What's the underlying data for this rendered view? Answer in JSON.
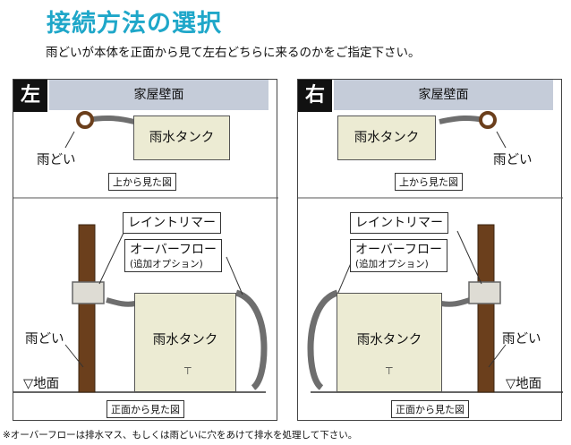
{
  "title": "接続方法の選択",
  "subtitle": "雨どいが本体を正面から見て左右どちらに来るのかをご指定下さい。",
  "note": "※オーバーフローは排水マス、もしくは雨どいに穴をあけて排水を処理して下さい。",
  "panels": {
    "left": {
      "badge": "左",
      "wall": "家屋壁面",
      "top_tank": "雨水タンク",
      "top_gutter": "雨どい",
      "top_caption": "上から見た図",
      "leintrimmer": "レイントリマー",
      "overflow": "オーバーフロー",
      "overflow_sub": "(追加オプション)",
      "front_tank": "雨水タンク",
      "front_gutter": "雨どい",
      "ground": "▽地面",
      "front_caption": "正面から見た図"
    },
    "right": {
      "badge": "右",
      "wall": "家屋壁面",
      "top_tank": "雨水タンク",
      "top_gutter": "雨どい",
      "top_caption": "上から見た図",
      "leintrimmer": "レイントリマー",
      "overflow": "オーバーフロー",
      "overflow_sub": "(追加オプション)",
      "front_tank": "雨水タンク",
      "front_gutter": "雨どい",
      "ground": "▽地面",
      "front_caption": "正面から見た図"
    }
  },
  "colors": {
    "title": "#1fa7c9",
    "wall": "#c5ccd9",
    "tank": "#ecebd3",
    "downspout": "#6b3f1c",
    "hose": "#6e6e6e"
  },
  "icons": {
    "gutter_top": "downspout-ring-icon",
    "faucet": "faucet-icon"
  }
}
